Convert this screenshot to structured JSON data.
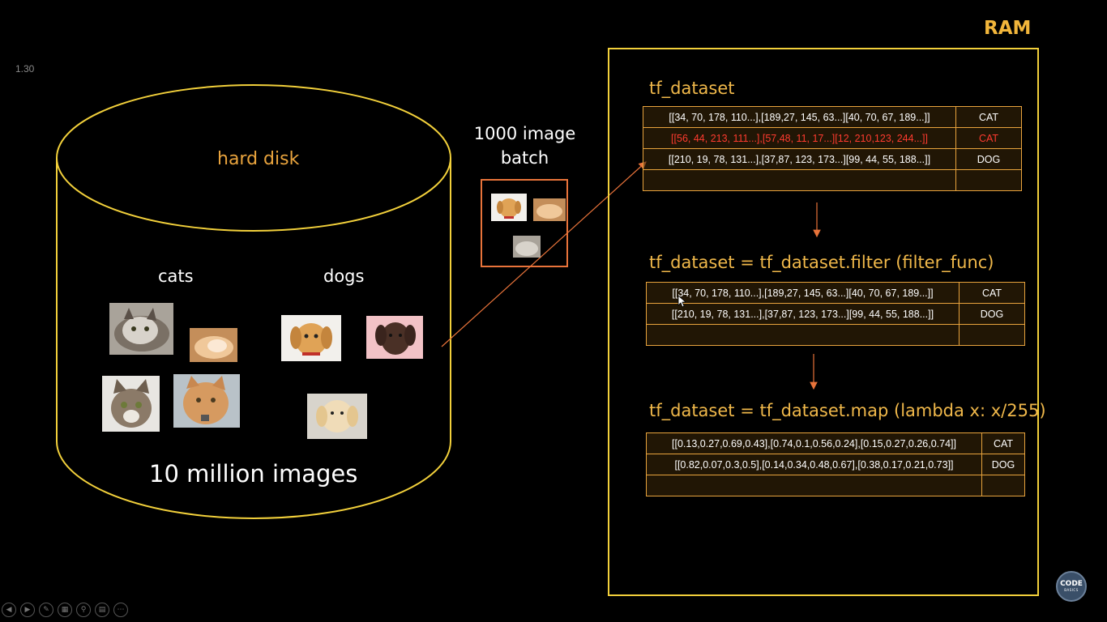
{
  "slide_number": "1.30",
  "hard_disk": {
    "label": "hard disk",
    "cats_label": "cats",
    "dogs_label": "dogs",
    "caption": "10 million images"
  },
  "batch": {
    "title": "1000 image batch"
  },
  "ram": {
    "label": "RAM",
    "dataset_title": "tf_dataset",
    "dataset_rows": [
      {
        "values": "[[34, 70, 178, 110...],[189,27, 145, 63...][40, 70, 67, 189...]]",
        "label": "CAT"
      },
      {
        "values": "[[56, 44, 213, 111...],[57,48, 11, 17...][12, 210,123, 244...]]",
        "label": "CAT"
      },
      {
        "values": "[[210, 19, 78, 131...],[37,87, 123, 173...][99, 44, 55, 188...]]",
        "label": "DOG"
      },
      {
        "values": "",
        "label": ""
      }
    ],
    "filter_title": "tf_dataset = tf_dataset.filter (filter_func)",
    "filter_rows": [
      {
        "values": "[[34, 70, 178, 110...],[189,27, 145, 63...][40, 70, 67, 189...]]",
        "label": "CAT"
      },
      {
        "values": "[[210, 19, 78, 131...],[37,87, 123, 173...][99, 44, 55, 188...]]",
        "label": "DOG"
      },
      {
        "values": "",
        "label": ""
      }
    ],
    "map_title": "tf_dataset = tf_dataset.map (lambda x: x/255)",
    "map_rows": [
      {
        "values": "[[0.13,0.27,0.69,0.43],[0.74,0.1,0.56,0.24],[0.15,0.27,0.26,0.74]]",
        "label": "CAT"
      },
      {
        "values": "[[0.82,0.07,0.3,0.5],[0.14,0.34,0.48,0.67],[0.38,0.17,0.21,0.73]]",
        "label": "DOG"
      },
      {
        "values": "",
        "label": ""
      }
    ]
  },
  "toolbar": [
    "previous-icon",
    "next-icon",
    "pen-icon",
    "slides-icon",
    "zoom-icon",
    "subtitles-icon",
    "more-icon"
  ],
  "logo": {
    "top": "CODE",
    "bottom": "BASICS"
  },
  "colors": {
    "disk_outline": "#f2d03b",
    "ram_outline": "#f2d03b",
    "accent_orange": "#e8733a",
    "table_border": "#e8a33d",
    "title_gold": "#f0b84a",
    "highlight_red": "#ff3b2f"
  }
}
